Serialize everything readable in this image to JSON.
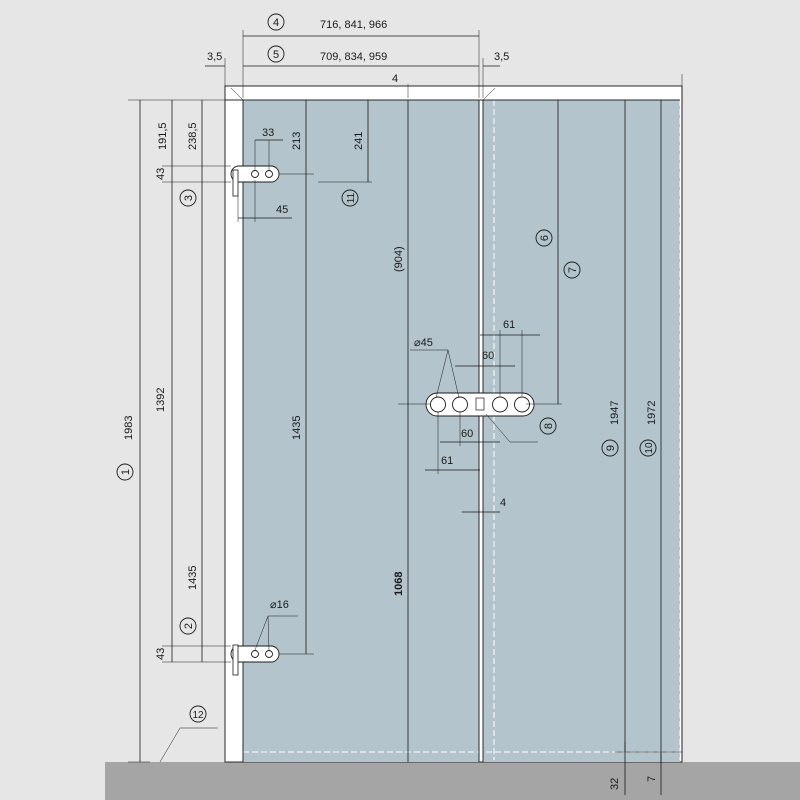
{
  "colors": {
    "background": "#e6e6e6",
    "glass": "#b3c4cc",
    "floor": "#a5a5a5",
    "wall_frame": "#ffffff",
    "line": "#1a1a1a"
  },
  "dimensions": {
    "width_range_outer": "716, 841, 966",
    "width_range_inner": "709, 834, 959",
    "gap_left": "3,5",
    "gap_right": "3,5",
    "top_gap": "4",
    "hinge_top_offset_a": "191,5",
    "hinge_top_offset_b": "238,5",
    "hinge_height_top": "43",
    "hinge_height_bottom": "43",
    "hinge_spacing": "1392",
    "hinge_spacing_b": "1435",
    "overall_height": "1983",
    "hinge_to_top": "213",
    "hole_offset": "33",
    "hole_spacing": "45",
    "hinge_vertical_span": "1435",
    "top_to_slot": "241",
    "handle_from_top": "(904)",
    "handle_from_floor": "1068",
    "hole_diameter": "⌀45",
    "pin_diameter": "⌀16",
    "handle_hole_spacing_a": "61",
    "handle_hole_spacing_b": "60",
    "handle_hole_spacing_c": "60",
    "handle_hole_spacing_d": "61",
    "center_gap": "4",
    "glass_height_a": "1947",
    "glass_height_b": "1972",
    "floor_gap_a": "32",
    "floor_gap_b": "7"
  },
  "callouts": {
    "c1": "1",
    "c2": "2",
    "c3": "3",
    "c4": "4",
    "c5": "5",
    "c6": "6",
    "c7": "7",
    "c8": "8",
    "c9": "9",
    "c10": "10",
    "c11": "11",
    "c12": "12"
  }
}
